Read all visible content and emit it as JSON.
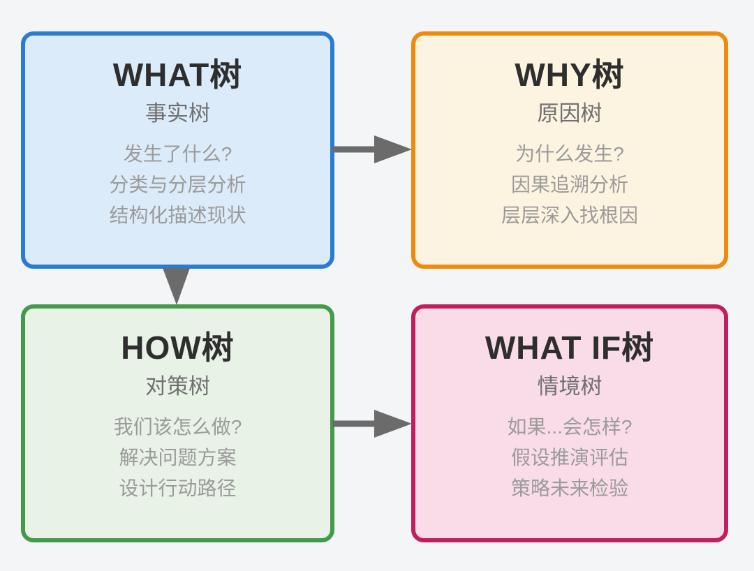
{
  "palette": {
    "page_background": "#f3f5f7",
    "title_text": "#2e2e2e",
    "subtitle_text": "#707070",
    "body_text": "#9b9b9b"
  },
  "arrows": {
    "color": "#6b6b6b"
  },
  "cards": [
    {
      "title": "WHAT树",
      "subtitle": "事实树",
      "lines": [
        "发生了什么?",
        "分类与分层分析",
        "结构化描述现状"
      ],
      "border_color": "#2a7cd2",
      "fill_color": "#dcebf9"
    },
    {
      "title": "WHY树",
      "subtitle": "原因树",
      "lines": [
        "为什么发生?",
        "因果追溯分析",
        "层层深入找根因"
      ],
      "border_color": "#f08a0e",
      "fill_color": "#fdf3e1"
    },
    {
      "title": "HOW树",
      "subtitle": "对策树",
      "lines": [
        "我们该怎么做?",
        "解决问题方案",
        "设计行动路径"
      ],
      "border_color": "#429a4a",
      "fill_color": "#e8f2e6"
    },
    {
      "title": "WHAT IF树",
      "subtitle": "情境树",
      "lines": [
        "如果...会怎样?",
        "假设推演评估",
        "策略未来检验"
      ],
      "border_color": "#c01e5f",
      "fill_color": "#f9dce8"
    }
  ]
}
